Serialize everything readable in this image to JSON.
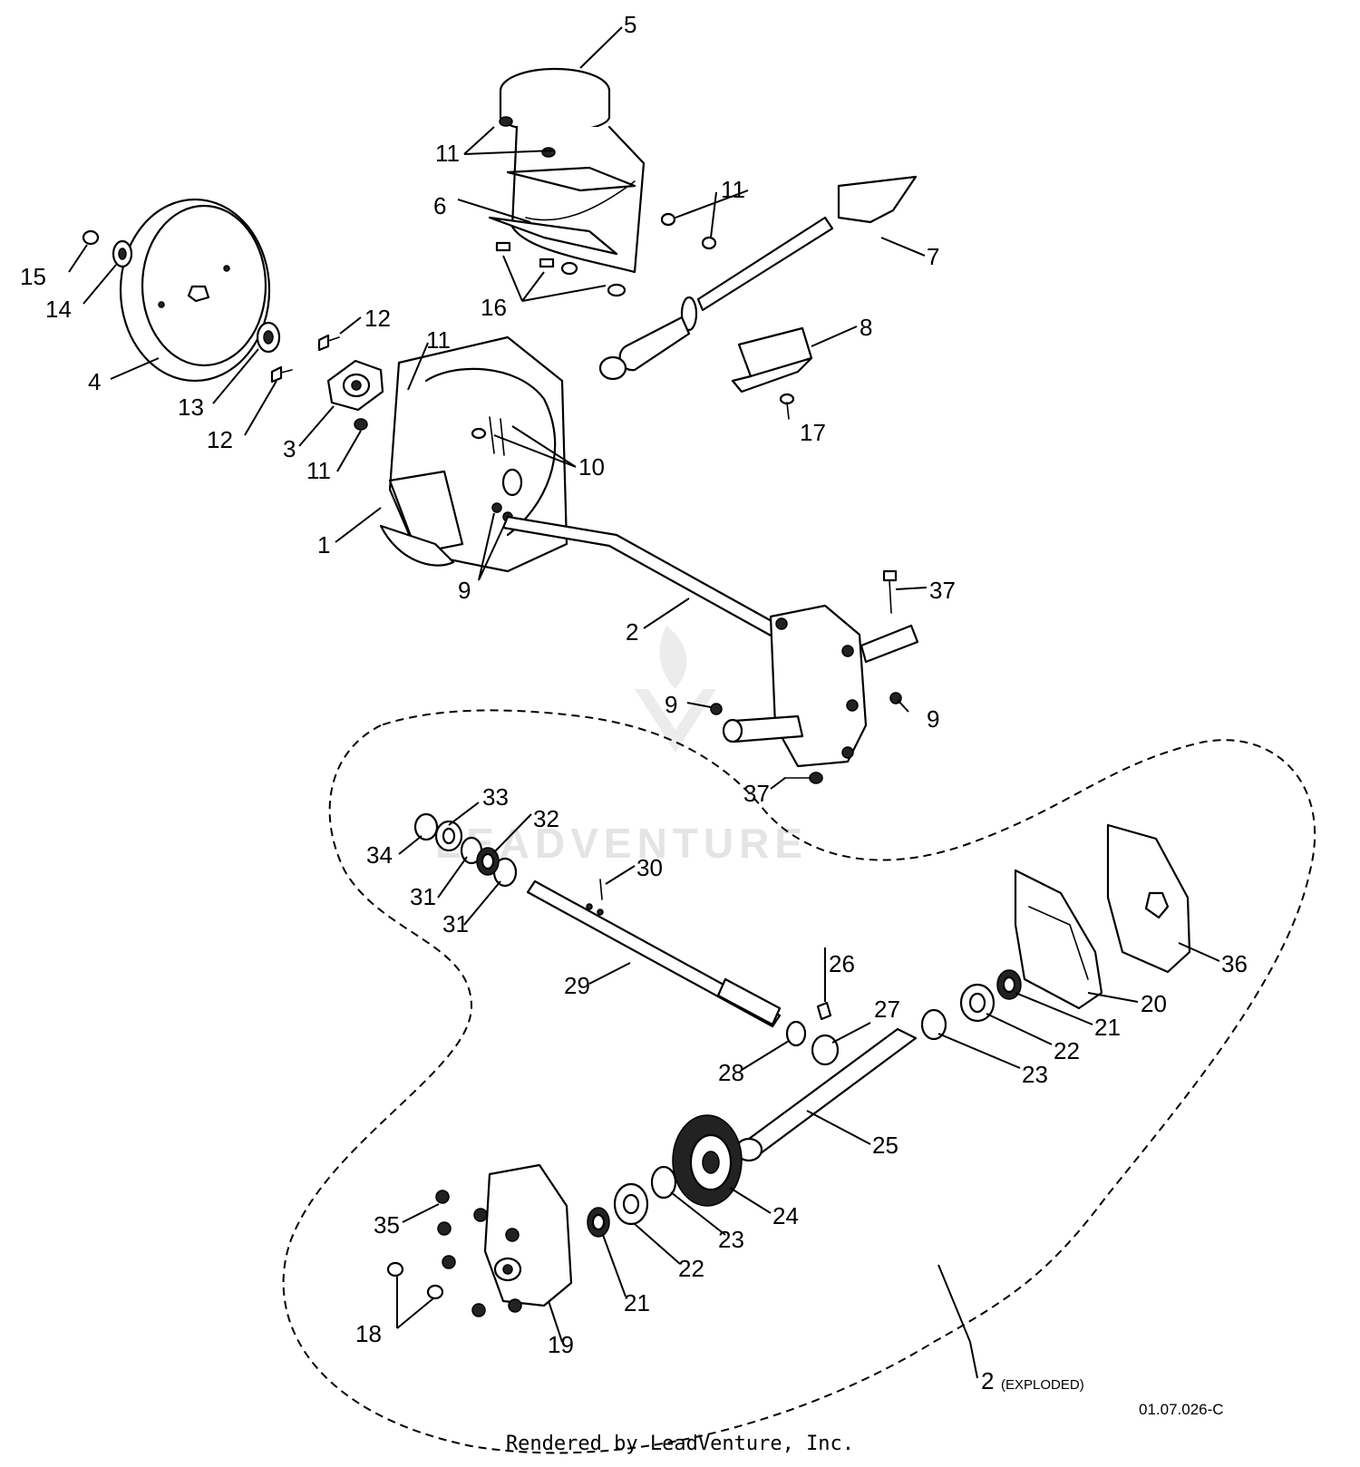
{
  "callouts": {
    "c1": "1",
    "c2": "2",
    "c3": "3",
    "c4": "4",
    "c5": "5",
    "c6": "6",
    "c7": "7",
    "c8": "8",
    "c9a": "9",
    "c9b": "9",
    "c9c": "9",
    "c10": "10",
    "c11a": "11",
    "c11b": "11",
    "c11c": "11",
    "c11d": "11",
    "c12a": "12",
    "c12b": "12",
    "c13": "13",
    "c14": "14",
    "c15": "15",
    "c16": "16",
    "c17": "17",
    "c18": "18",
    "c19": "19",
    "c20": "20",
    "c21a": "21",
    "c21b": "21",
    "c22a": "22",
    "c22b": "22",
    "c23a": "23",
    "c23b": "23",
    "c24": "24",
    "c25": "25",
    "c26": "26",
    "c27": "27",
    "c28": "28",
    "c29": "29",
    "c30": "30",
    "c31a": "31",
    "c31b": "31",
    "c32": "32",
    "c33": "33",
    "c34": "34",
    "c35": "35",
    "c36": "36",
    "c37a": "37",
    "c37b": "37"
  },
  "exploded_label": {
    "number": "2",
    "note": "(EXPLODED)"
  },
  "drawing_code": "01.07.026-C",
  "watermark": "LEADVENTURE",
  "footer": "Rendered by LeadVenture, Inc."
}
